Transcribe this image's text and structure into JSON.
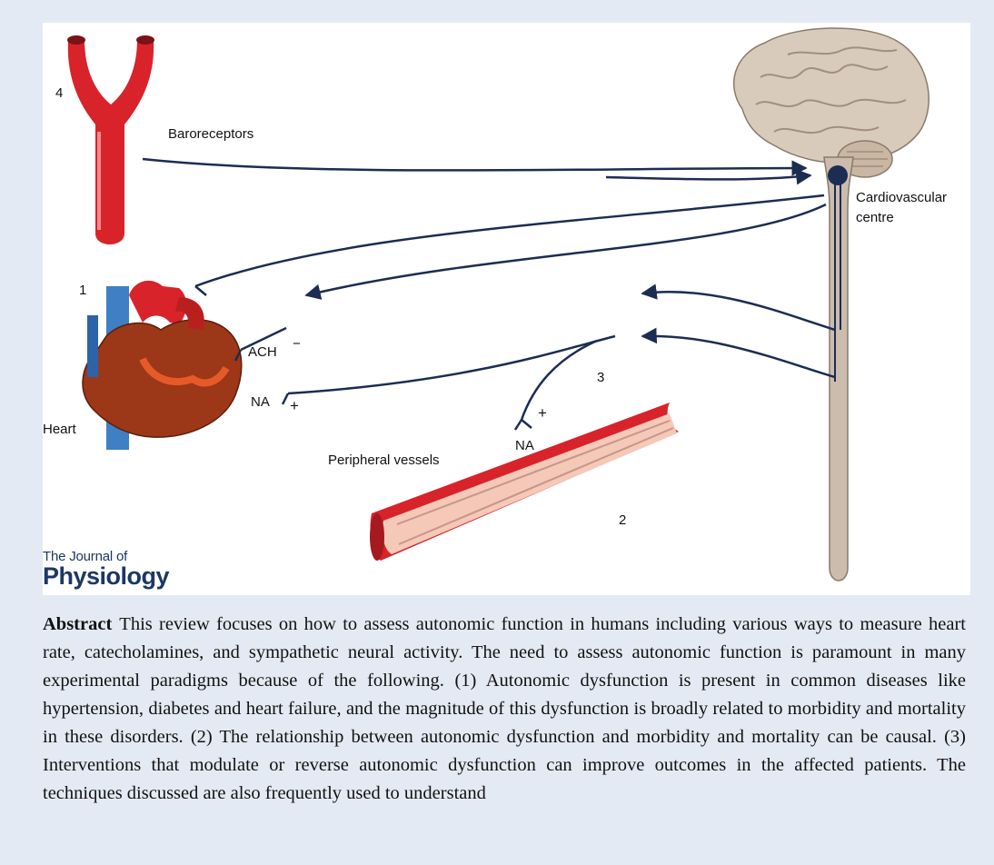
{
  "figure": {
    "labels": {
      "n4": "4",
      "baroreceptors": "Baroreceptors",
      "n1": "1",
      "ach": "ACH",
      "minus": "−",
      "na_heart": "NA",
      "plus_heart": "+",
      "heart": "Heart",
      "cardiovascular_line1": "Cardiovascular",
      "cardiovascular_line2": "centre",
      "n3": "3",
      "na_vessel": "NA",
      "plus_vessel": "+",
      "peripheral": "Peripheral vessels",
      "n2": "2"
    },
    "logo": {
      "line1": "The Journal of",
      "line2": "Physiology"
    },
    "colors": {
      "nerve": "#1b2d52",
      "artery": "#d8232a",
      "vein": "#3f7fc4",
      "brain": "#d9cbbb",
      "cord": "#cbbcae",
      "logo": "#1d3766",
      "page_bg": "#e4eaf3"
    }
  },
  "abstract": {
    "heading": "Abstract",
    "text": "This review focuses on how to assess autonomic function in humans including various ways to measure heart rate, catecholamines, and sympathetic neural activity. The need to assess autonomic function is paramount in many experimental paradigms because of the following. (1) Autonomic dysfunction is present in common diseases like hypertension, diabetes and heart failure, and the magnitude of this dysfunction is broadly related to morbidity and mortality in these disorders. (2) The relationship between autonomic dysfunction and morbidity and mortality can be causal. (3) Interventions that modulate or reverse autonomic dysfunction can improve outcomes in the affected patients. The techniques discussed are also frequently used to understand"
  }
}
